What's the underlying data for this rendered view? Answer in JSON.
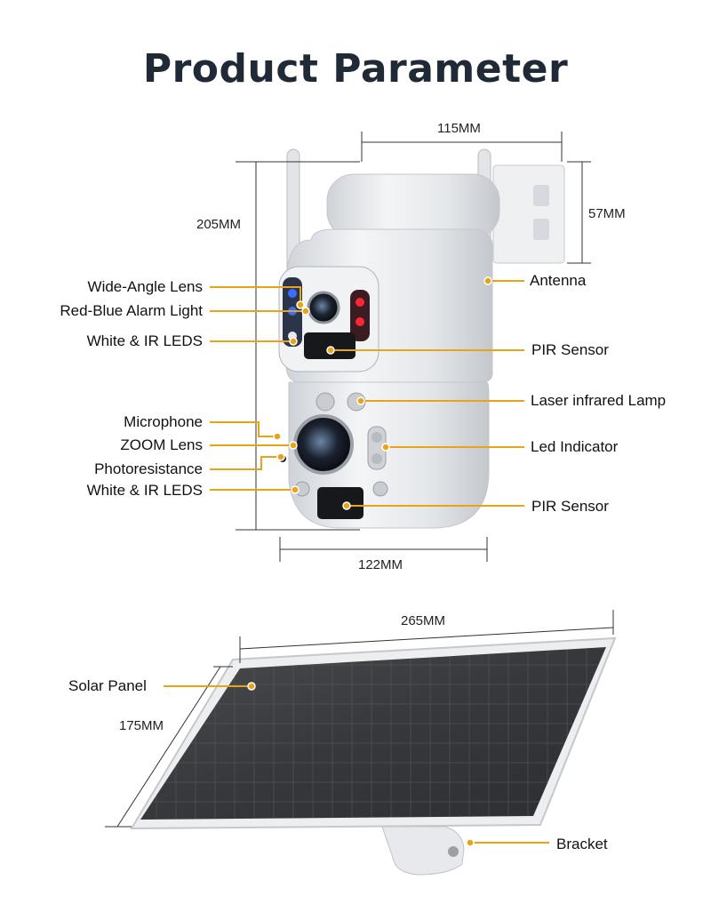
{
  "title": "Product Parameter",
  "dimensions": {
    "width_top": "115MM",
    "height": "205MM",
    "bracket_height": "57MM",
    "width_bottom": "122MM",
    "panel_width": "265MM",
    "panel_height": "175MM"
  },
  "labels_left": {
    "wide_angle_lens": "Wide-Angle Lens",
    "red_blue_alarm_light": "Red-Blue Alarm Light",
    "white_ir_leds_top": "White & IR LEDS",
    "microphone": "Microphone",
    "zoom_lens": "ZOOM Lens",
    "photoresistance": "Photoresistance",
    "white_ir_leds_bottom": "White & IR LEDS",
    "solar_panel": "Solar Panel"
  },
  "labels_right": {
    "antenna": "Antenna",
    "pir_sensor_top": "PIR Sensor",
    "laser_infrared_lamp": "Laser infrared Lamp",
    "led_indicator": "Led Indicator",
    "pir_sensor_bottom": "PIR Sensor",
    "bracket": "Bracket"
  },
  "colors": {
    "leader_line": "#e8a317",
    "title": "#1f2a36",
    "camera_body": "#e9ebee",
    "panel_cells": "#3a3c40"
  }
}
